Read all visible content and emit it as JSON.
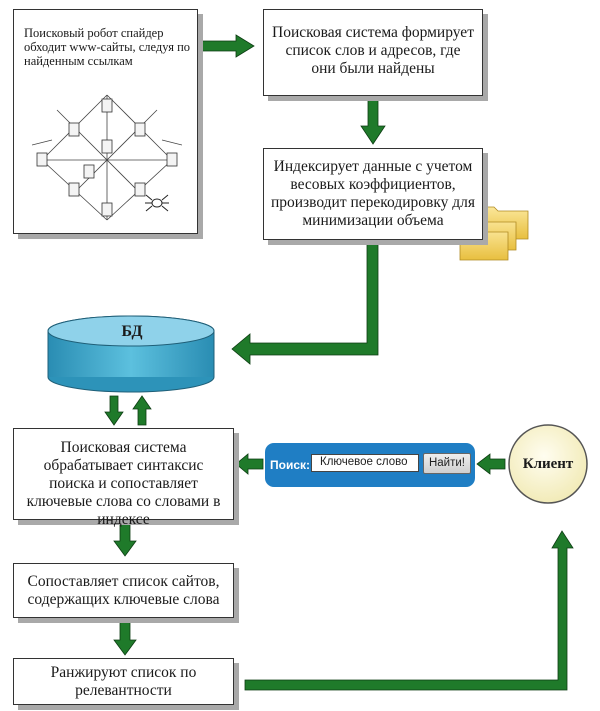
{
  "steps": {
    "spider": "Поисковый робот спайдер обходит www-сайты, следуя по найденным ссылкам",
    "form_list": "Поисковая система формирует список слов и адресов, где они были найдены",
    "index": "Индексирует данные с учетом весовых коэффициентов, производит перекодировку для минимизации объема",
    "db": "БД",
    "process": "Поисковая система обрабатывает синтаксис поиска и сопоставляет ключевые слова со словами в индексе",
    "match": "Сопоставляет список сайтов, содержащих ключевые слова",
    "rank": "Ранжируют список по релевантности"
  },
  "search": {
    "label": "Поиск:",
    "input_value": "Ключевое слово",
    "button_label": "Найти!"
  },
  "client": "Клиент",
  "colors": {
    "arrow": "#1f7a2a",
    "db_fill": "#3aa3c7",
    "search_panel": "#1f7ec4",
    "client_fill": "#fbf7d2",
    "folder": "#f4d36a"
  }
}
